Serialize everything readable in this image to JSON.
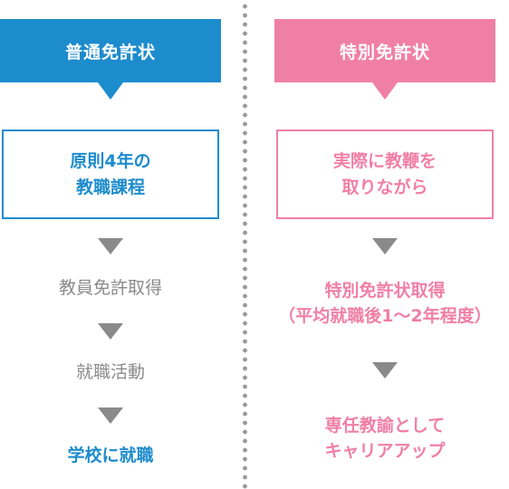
{
  "left": {
    "header": "普通免許状",
    "box": "原則4年の\n教職課程",
    "steps": [
      "教員免許取得",
      "就職活動",
      "学校に就職"
    ]
  },
  "right": {
    "header": "特別免許状",
    "box": "実際に教鞭を\n取りながら",
    "steps": [
      "特別免許状取得\n（平均就職後1～2年程度）",
      "専任教諭として\nキャリアアップ"
    ]
  },
  "colors": {
    "blue": "#1d8ccd",
    "pink": "#f07fa6",
    "gray": "#8a8a8a"
  }
}
